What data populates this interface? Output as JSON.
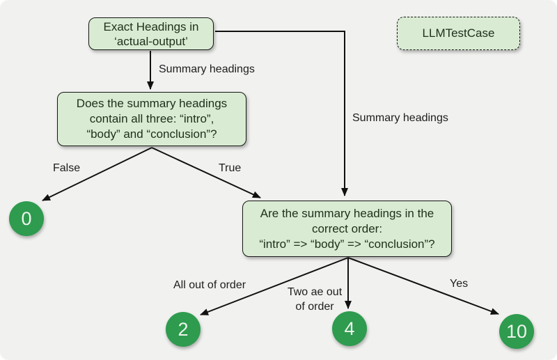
{
  "colors": {
    "bg": "#f1f1ef",
    "node_fill": "#d9ecd3",
    "node_border": "#161616",
    "node_text": "#20301c",
    "leaf_fill": "#2e9b4e",
    "leaf_text": "#eef4ec",
    "label_text": "#1d1d1d",
    "edge": "#111111"
  },
  "nodes": {
    "root": {
      "lines": [
        "Exact Headings in",
        "‘actual-output’"
      ]
    },
    "test_case": {
      "label": "LLMTestCase"
    },
    "q1": {
      "lines": [
        "Does the summary headings",
        "contain all three: “intro”,",
        "“body” and “conclusion”?"
      ]
    },
    "q2": {
      "lines": [
        "Are the summary headings in the",
        "correct order:",
        "“intro” => “body” => “conclusion”?"
      ]
    },
    "leaf_0": {
      "value": "0"
    },
    "leaf_2": {
      "value": "2"
    },
    "leaf_4": {
      "value": "4"
    },
    "leaf_10": {
      "value": "10"
    }
  },
  "edge_labels": {
    "summary_headings_left": "Summary headings",
    "summary_headings_right": "Summary headings",
    "false_branch": "False",
    "true_branch": "True",
    "all_out_of_order": "All out of order",
    "two_out_of_order": [
      "Two ae out",
      "of order"
    ],
    "yes": "Yes"
  }
}
